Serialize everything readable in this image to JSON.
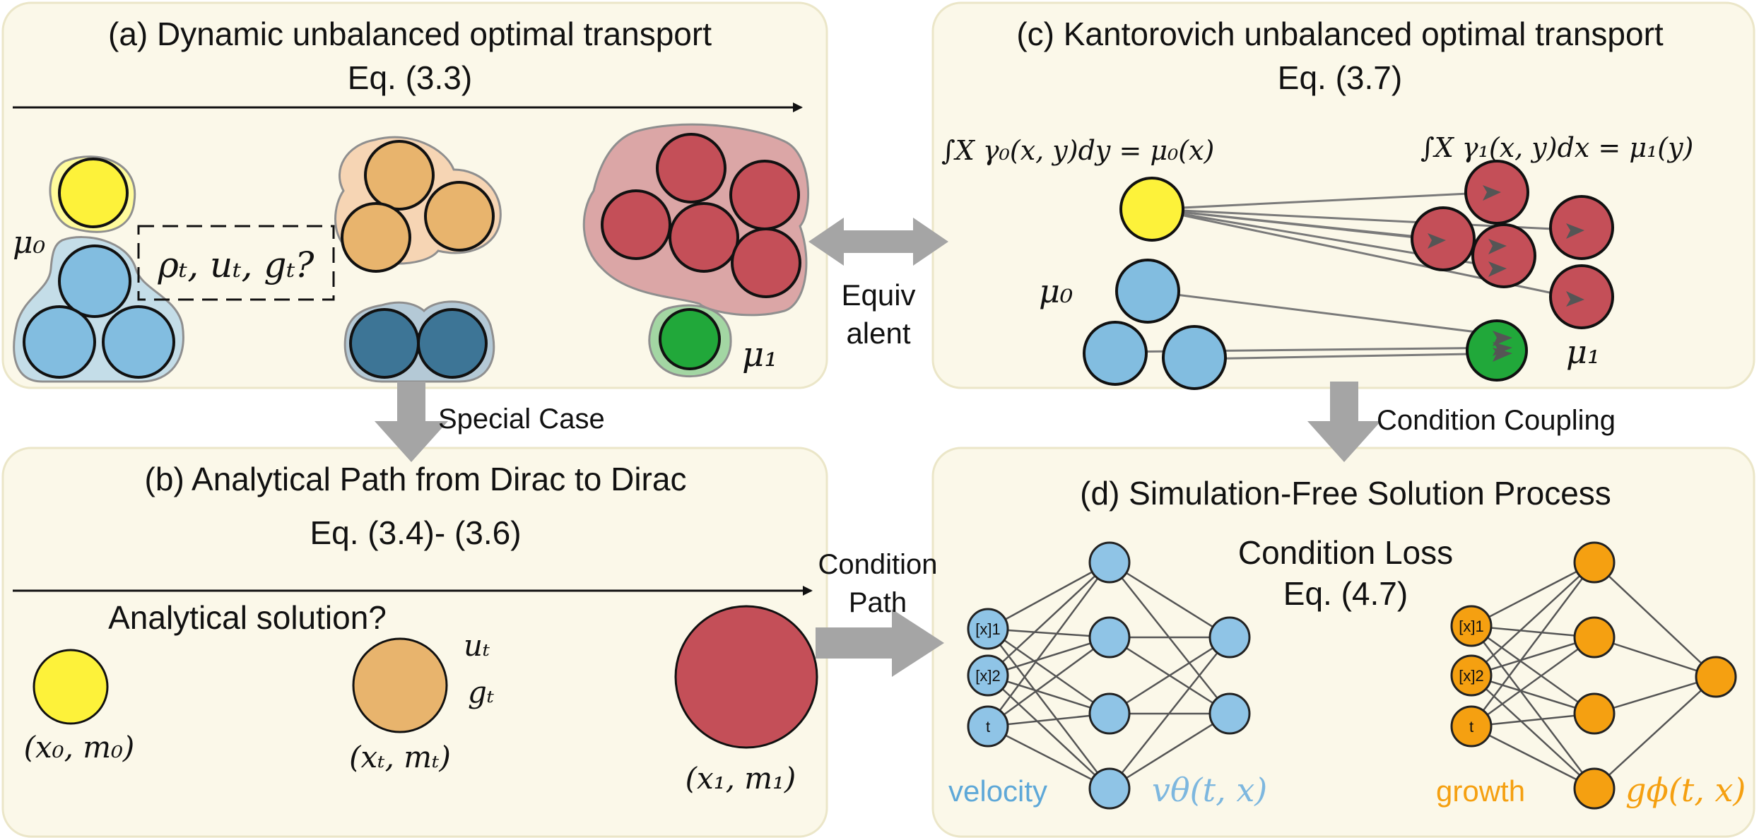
{
  "panel_a": {
    "title": "(a) Dynamic unbalanced optimal transport",
    "eq": "Eq. (3.3)",
    "mu0": "μ₀",
    "mu1": "μ₁",
    "question": "ρₜ, uₜ, gₜ?"
  },
  "panel_b": {
    "title": "(b)  Analytical Path from Dirac to Dirac",
    "eq": "Eq. (3.4)- (3.6)",
    "question": "Analytical solution?",
    "label_0": "(x₀, m₀)",
    "label_t": "(xₜ, mₜ)",
    "label_1": "(x₁, m₁)",
    "ut": "uₜ",
    "gt": "gₜ"
  },
  "panel_c": {
    "title": "(c) Kantorovich unbalanced optimal transport",
    "eq": "Eq. (3.7)",
    "marginal_0": "∫X γ₀(x, y)dy = μ₀(x)",
    "marginal_1": "∫X γ₁(x, y)dx = μ₁(y)",
    "mu0": "μ₀",
    "mu1": "μ₁"
  },
  "panel_d": {
    "title": "(d)  Simulation-Free Solution Process",
    "loss": "Condition Loss",
    "eq": "Eq. (4.7)",
    "velocity_label": "velocity",
    "velocity_fn": "vθ(t, x)",
    "growth_label": "growth",
    "growth_fn": "gϕ(t, x)",
    "input_x1": "[x]1",
    "input_x2": "[x]2",
    "input_t": "t"
  },
  "connectors": {
    "equivalent_1": "Equiv",
    "equivalent_2": "alent",
    "special_case": "Special Case",
    "condition_coupling": "Condition Coupling",
    "condition_path_1": "Condition",
    "condition_path_2": "Path"
  },
  "colors": {
    "panel_bg": "#fbf8e9",
    "panel_border": "#e9e4c7",
    "yellow": "#fdf23a",
    "orange": "#e8b46d",
    "red": "#c44f58",
    "blue": "#82bde0",
    "dark_blue": "#3d7596",
    "green": "#21a83a",
    "nn_blue": "#8fc4e6",
    "nn_orange": "#f5a011",
    "arrow_gray": "#a5a5a5"
  }
}
